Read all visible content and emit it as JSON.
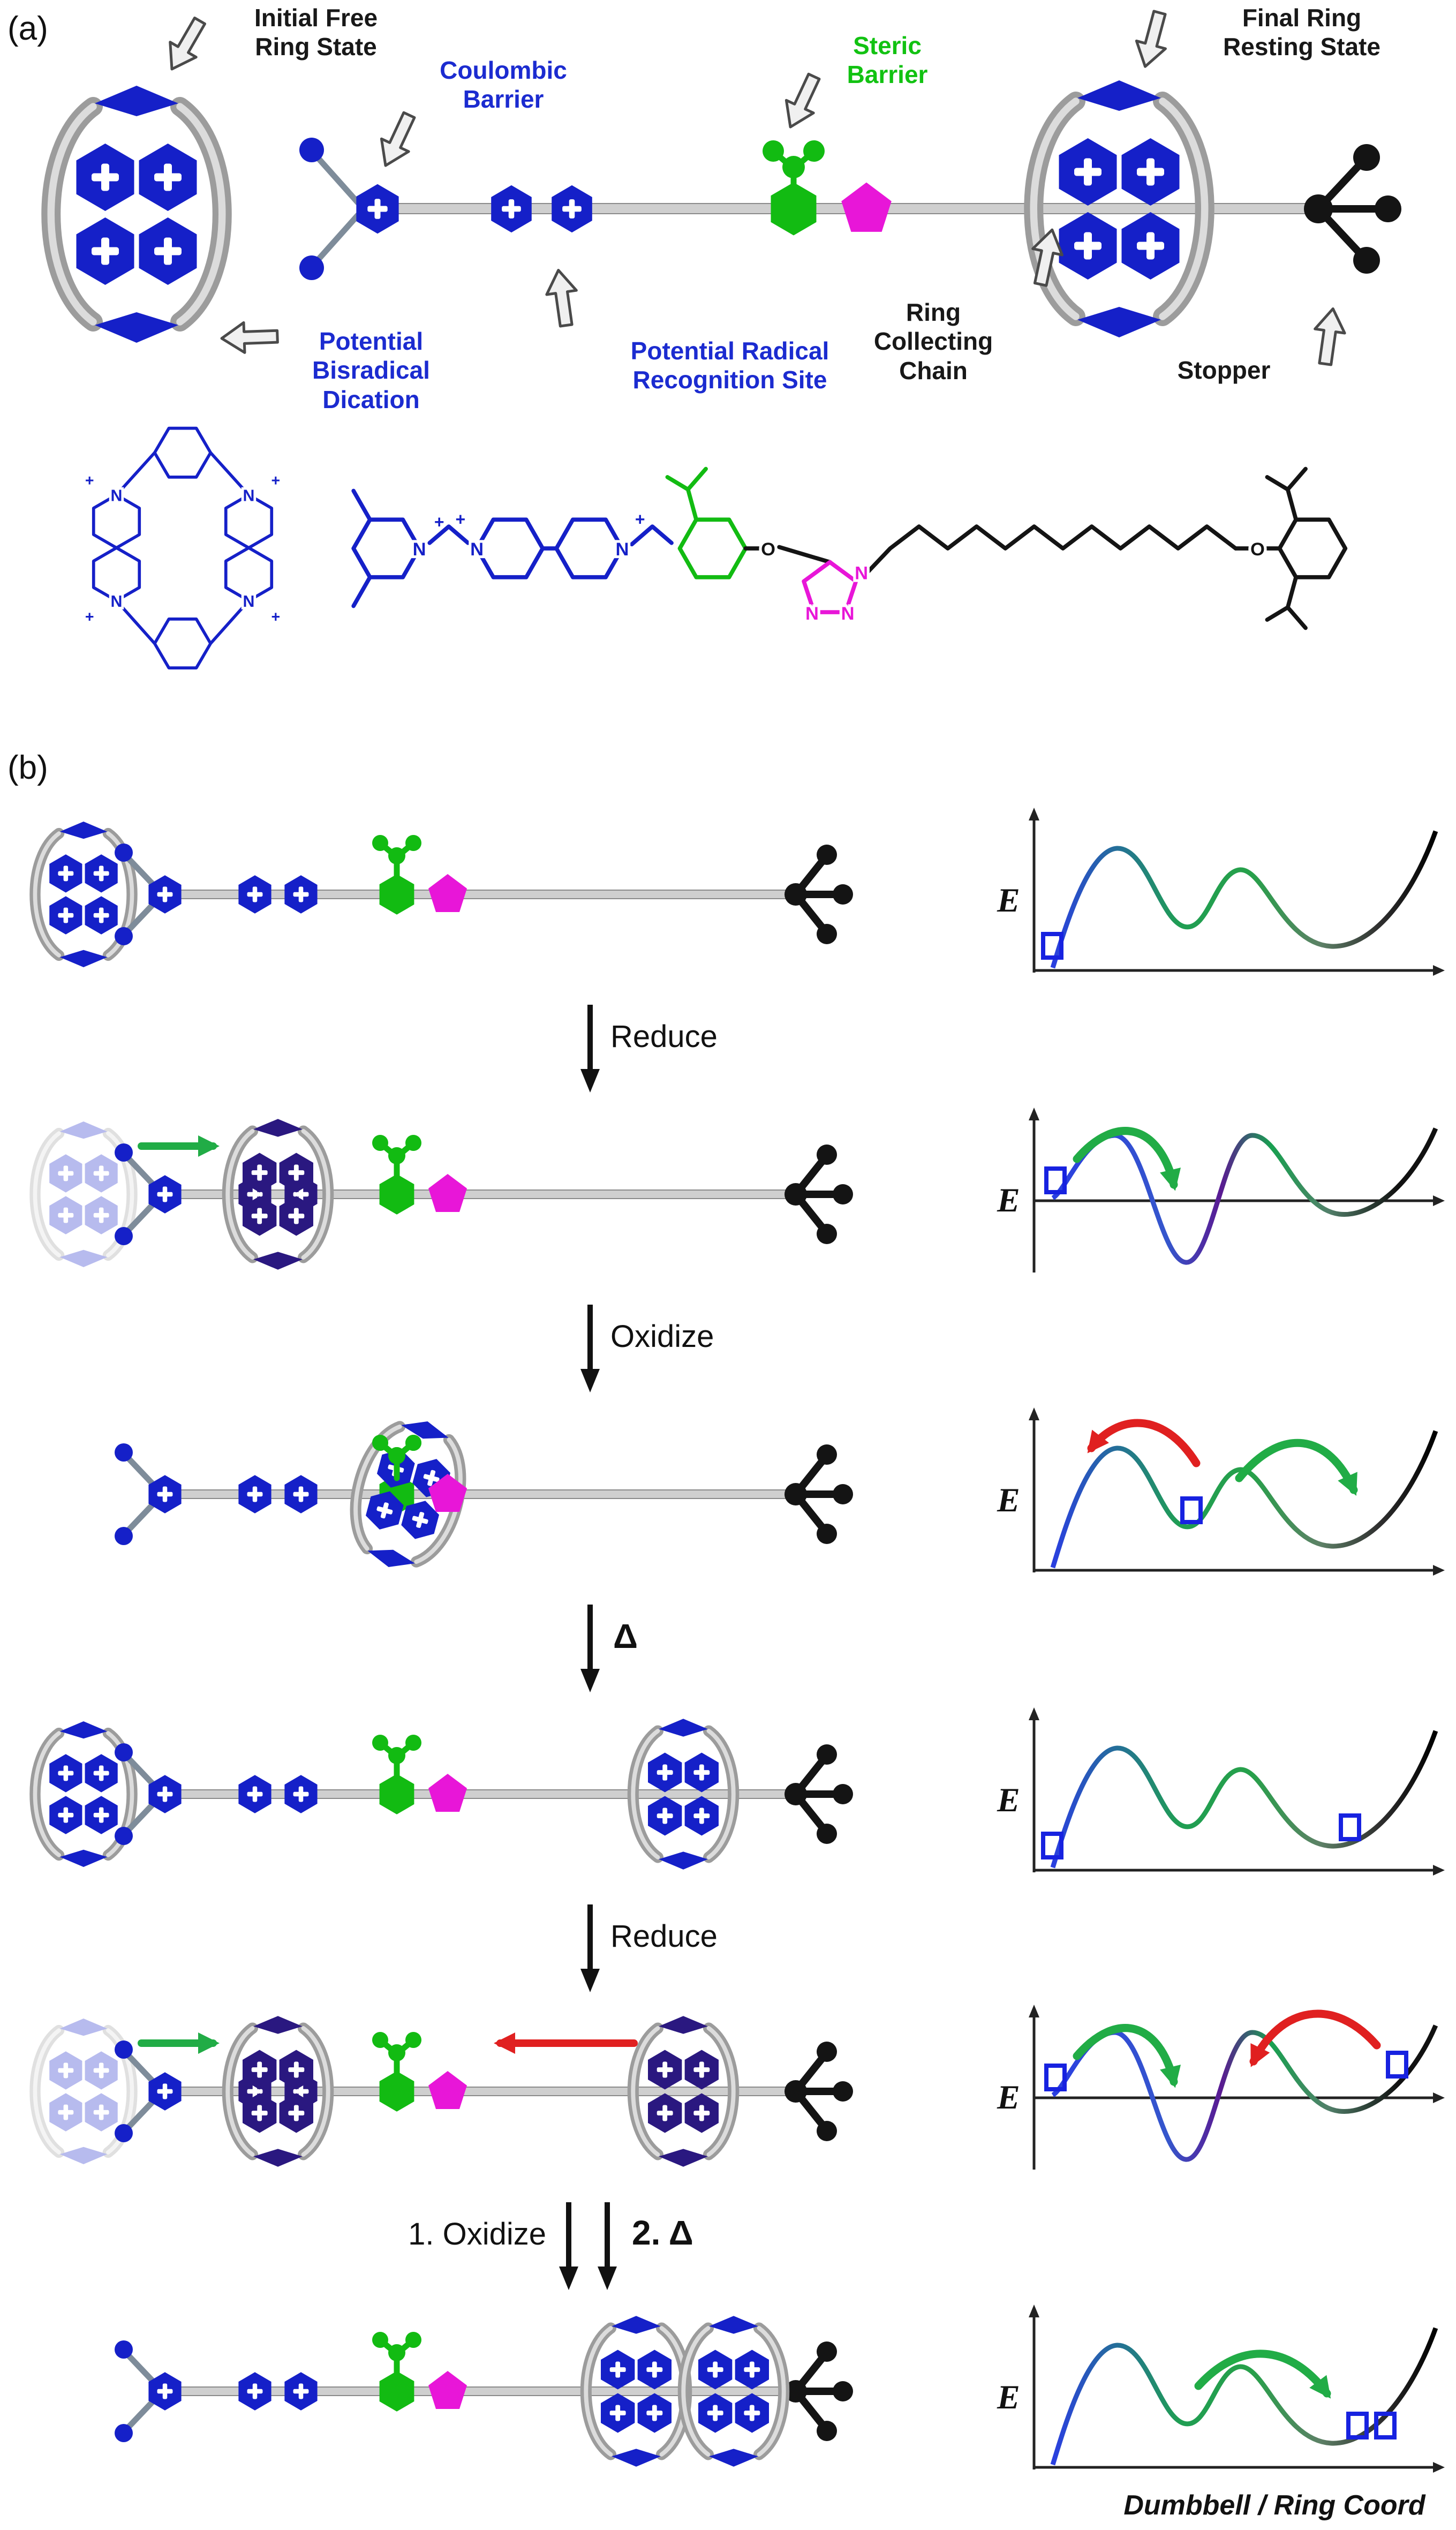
{
  "colors": {
    "blue": "#1520c8",
    "navy": "#2a1880",
    "green": "#12bb12",
    "magenta": "#e816d8",
    "black": "#141414",
    "tube": "#9c9c9c",
    "axle": "#cfcfcf",
    "agreen": "#21ac46",
    "ared": "#e02020",
    "marker": "#1722e0"
  },
  "glyphs": {
    "plus": "+",
    "N": "N",
    "O": "O"
  },
  "panel_a": {
    "label": "(a)",
    "annotations": {
      "initial_free": "Initial Free\nRing State",
      "coulombic": "Coulombic\nBarrier",
      "steric": "Steric\nBarrier",
      "final_ring": "Final Ring\nResting State",
      "bisradical": "Potential\nBisradical Dication",
      "recognition": "Potential Radical\nRecognition Site",
      "collecting": "Ring\nCollecting\nChain",
      "stopper": "Stopper"
    }
  },
  "panel_b": {
    "label": "(b)",
    "e_label": "E",
    "x_axis_label": "Dumbbell / Ring Coord",
    "steps": {
      "s1": "Reduce",
      "s2": "Oxidize",
      "s3": "Δ",
      "s4": "Reduce",
      "s5a": "1. Oxidize",
      "s5b": "2. Δ"
    }
  }
}
